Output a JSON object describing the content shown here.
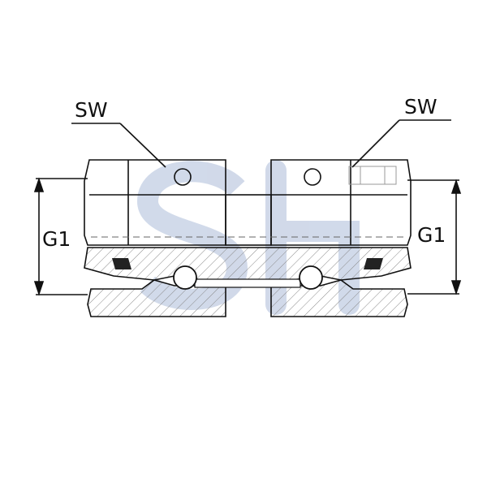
{
  "labels": {
    "sw_left": "SW",
    "sw_right": "SW",
    "g1_left": "G1",
    "g1_right": "G1"
  },
  "watermark": {
    "text": "",
    "color": "#c9d3e6"
  },
  "colors": {
    "line": "#111111",
    "hatch": "#777777",
    "background": "#ffffff"
  }
}
